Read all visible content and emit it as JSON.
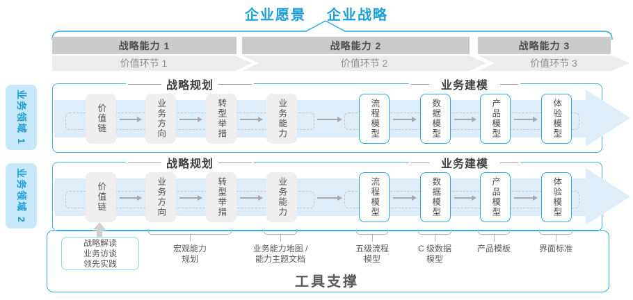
{
  "title": {
    "vision": "企业愿景",
    "strategy": "企业战略"
  },
  "capability_bars": [
    "战略能力 1",
    "战略能力 2",
    "战略能力 3"
  ],
  "value_chain_bars": [
    "价值环节 1",
    "价值环节 2",
    "价值环节 3"
  ],
  "sidebar": {
    "domains": [
      "业务领域 1",
      "业务领域 2"
    ]
  },
  "rows": {
    "sections": [
      {
        "title": "战略规划"
      },
      {
        "title": "业务建模"
      }
    ],
    "boxes": [
      {
        "label": "价值链",
        "style": "gray"
      },
      {
        "label": "业务方向",
        "style": "gray"
      },
      {
        "label": "转型举措",
        "style": "gray"
      },
      {
        "label": "业务能力",
        "style": "gray"
      },
      {
        "label": "流程模型",
        "style": "blue"
      },
      {
        "label": "数据模型",
        "style": "blue"
      },
      {
        "label": "产品模型",
        "style": "blue"
      },
      {
        "label": "体验模型",
        "style": "blue"
      }
    ]
  },
  "annotations": {
    "practice_box": {
      "lines": [
        "战略解读",
        "业务访谈",
        "领先实践"
      ]
    },
    "labels": [
      {
        "lines": [
          "宏观能力",
          "规划"
        ]
      },
      {
        "lines": [
          "业务能力地图 /",
          "能力主题文档"
        ]
      },
      {
        "lines": [
          "五级流程",
          "模型"
        ]
      },
      {
        "lines": [
          "C 级数据",
          "模型"
        ]
      },
      {
        "lines": [
          "产品模板"
        ]
      },
      {
        "lines": [
          "界面标准"
        ]
      }
    ]
  },
  "tool_support": {
    "label": "工具支撑"
  },
  "colors": {
    "accent": "#29abe2",
    "title_blue": "#1a9fdb",
    "capability_bar_gray": "#cbcbcb",
    "value_chevron_gray": "#ececec",
    "box_gray": "#efefef",
    "flow_band_blue": "#ddeefa",
    "sidebar_blue": "#c6e8f8",
    "box_text_dark": "#4d4d4d",
    "chevron_text_gray": "#8e8e8e",
    "annotation_text_gray": "#595959",
    "connector_gray": "#b5b5b5"
  }
}
